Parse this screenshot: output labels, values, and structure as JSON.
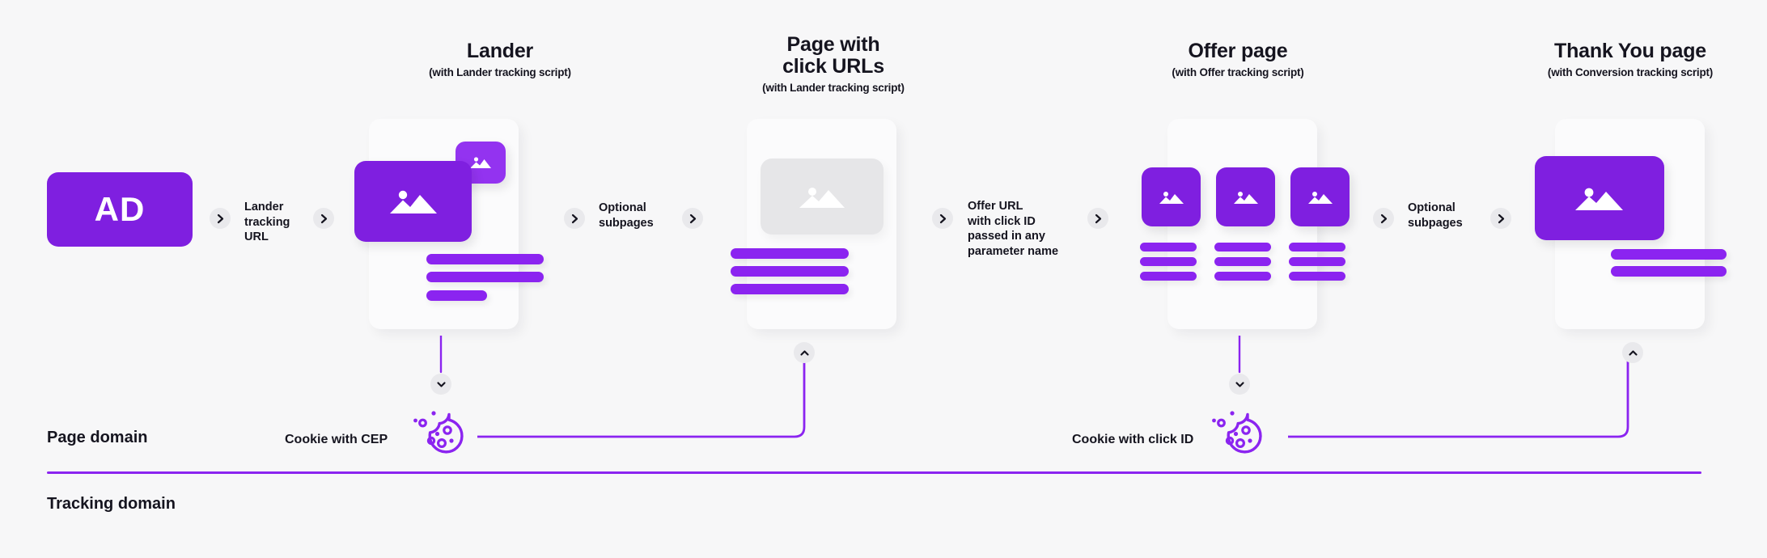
{
  "diagram": {
    "title_alt": "Tracking flow: AD to Thank You page across page domain and tracking domain",
    "accent_color": "#7f1fe0",
    "accent_light": "#9333f0",
    "bar_color": "#8b24f0",
    "card_color": "#fbfbfc",
    "background": "#f7f7f8",
    "text_color": "#15141f"
  },
  "ad": {
    "label": "AD"
  },
  "steps": [
    {
      "id": "lander-tracking-url",
      "label": "Lander\ntracking\nURL"
    },
    {
      "id": "optional-subpages-1",
      "label": "Optional\nsubpages"
    },
    {
      "id": "offer-url-click-id",
      "label": "Offer URL\nwith click ID\npassed in any\nparameter name"
    },
    {
      "id": "optional-subpages-2",
      "label": "Optional\nsubpages"
    }
  ],
  "columns": [
    {
      "id": "lander",
      "title": "Lander",
      "subtitle": "(with Lander tracking script)"
    },
    {
      "id": "page-with-click-urls",
      "title": "Page with\nclick URLs",
      "subtitle": "(with Lander tracking script)"
    },
    {
      "id": "offer-page",
      "title": "Offer page",
      "subtitle": "(with Offer tracking script)"
    },
    {
      "id": "thank-you-page",
      "title": "Thank You page",
      "subtitle": "(with Conversion tracking script)"
    }
  ],
  "domains": {
    "page_domain": "Page domain",
    "tracking_domain": "Tracking domain"
  },
  "cookies": [
    {
      "id": "cookie-cep",
      "label": "Cookie with CEP"
    },
    {
      "id": "cookie-click-id",
      "label": "Cookie with click ID"
    }
  ],
  "icons": {
    "chevron_right": "chevron-right-icon",
    "chevron_down": "chevron-down-icon",
    "chevron_up": "chevron-up-icon",
    "image_placeholder": "image-placeholder-icon",
    "cookie": "cookie-icon"
  }
}
